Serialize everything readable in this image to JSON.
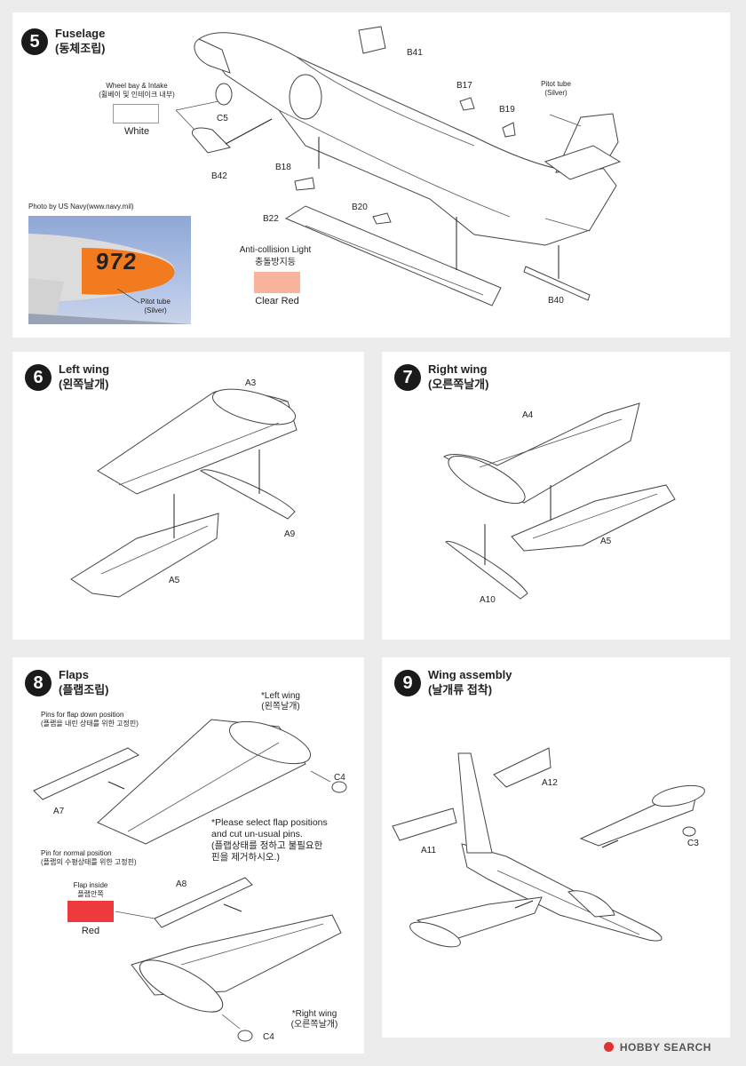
{
  "step5": {
    "number": "5",
    "title": "Fuselage",
    "title_ko": "(동체조립)",
    "wheel_bay_label": "Wheel bay & Intake",
    "wheel_bay_label_ko": "(휠베이 및 인테이크 내부)",
    "wheel_bay_color": "White",
    "parts": {
      "c5": "C5",
      "b41": "B41",
      "b42": "B42",
      "b17": "B17",
      "b19": "B19",
      "b18": "B18",
      "b20": "B20",
      "b22": "B22",
      "b40": "B40"
    },
    "pitot_label": "Pitot tube",
    "pitot_color": "(Silver)",
    "photo_credit": "Photo by US Navy(www.navy.mil)",
    "photo_number": "972",
    "photo_pitot_label": "Pitot tube",
    "photo_pitot_color": "(Silver)",
    "anticollision_label": "Anti-collision Light",
    "anticollision_label_ko": "충돌방지등",
    "anticollision_color": "Clear Red"
  },
  "step6": {
    "number": "6",
    "title": "Left wing",
    "title_ko": "(왼쪽날개)",
    "parts": {
      "a3": "A3",
      "a9": "A9",
      "a5": "A5"
    }
  },
  "step7": {
    "number": "7",
    "title": "Right wing",
    "title_ko": "(오른쪽날개)",
    "parts": {
      "a4": "A4",
      "a5": "A5",
      "a10": "A10"
    }
  },
  "step8": {
    "number": "8",
    "title": "Flaps",
    "title_ko": "(플랩조립)",
    "pins_down_label": "Pins for flap down position",
    "pins_down_label_ko": "(플랩을 내린 상태를 위한 고정핀)",
    "pin_normal_label": "Pin for normal position",
    "pin_normal_label_ko": "(플랩의 수평상태를 위한 고정핀)",
    "left_wing_label": "*Left wing",
    "left_wing_label_ko": "(왼쪽날개)",
    "right_wing_label": "*Right wing",
    "right_wing_label_ko": "(오른쪽날개)",
    "note_line1": "*Please select flap positions",
    "note_line2": "and cut un-usual pins.",
    "note_ko_line1": "(플랩상태를 정하고 불필요한",
    "note_ko_line2": "핀을 제거하시오.)",
    "flap_inside_label": "Flap inside",
    "flap_inside_label_ko": "플랩안쪽",
    "flap_inside_color": "Red",
    "parts": {
      "a7": "A7",
      "a8": "A8",
      "c4_top": "C4",
      "c4_bottom": "C4"
    }
  },
  "step9": {
    "number": "9",
    "title": "Wing assembly",
    "title_ko": "(날개류 접착)",
    "parts": {
      "a12": "A12",
      "a11": "A11",
      "c3": "C3"
    }
  },
  "watermark": "HOBBY SEARCH",
  "colors": {
    "white_swatch": "#ffffff",
    "clear_red": "#f7b39b",
    "red": "#ee3a3e",
    "photo_nose": "#f27a1f",
    "number_text": "#222222"
  }
}
